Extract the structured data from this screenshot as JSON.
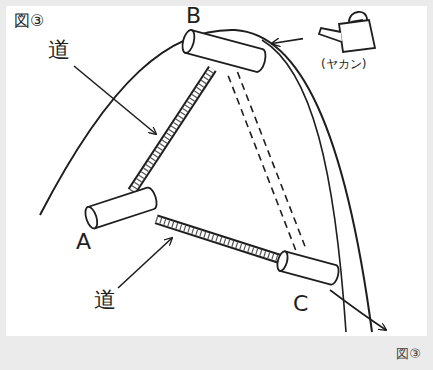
{
  "diagram": {
    "title": "図③",
    "caption": "図③",
    "nodes": [
      {
        "text": [
          "B"
        ]
      },
      {
        "text": [
          "A"
        ]
      },
      {
        "text": [
          "C"
        ]
      },
      {
        "text": [
          "(ヤカン)"
        ]
      }
    ],
    "edges": [
      {
        "from": 1,
        "to": 0,
        "arrow": "none"
      },
      {
        "from": 1,
        "to": 2,
        "arrow": "none"
      },
      {
        "from": 0,
        "to": 2,
        "arrow": "none"
      },
      {
        "from": 3,
        "to": 0,
        "arrow": "to"
      }
    ],
    "labels": [
      "道",
      "道"
    ]
  }
}
